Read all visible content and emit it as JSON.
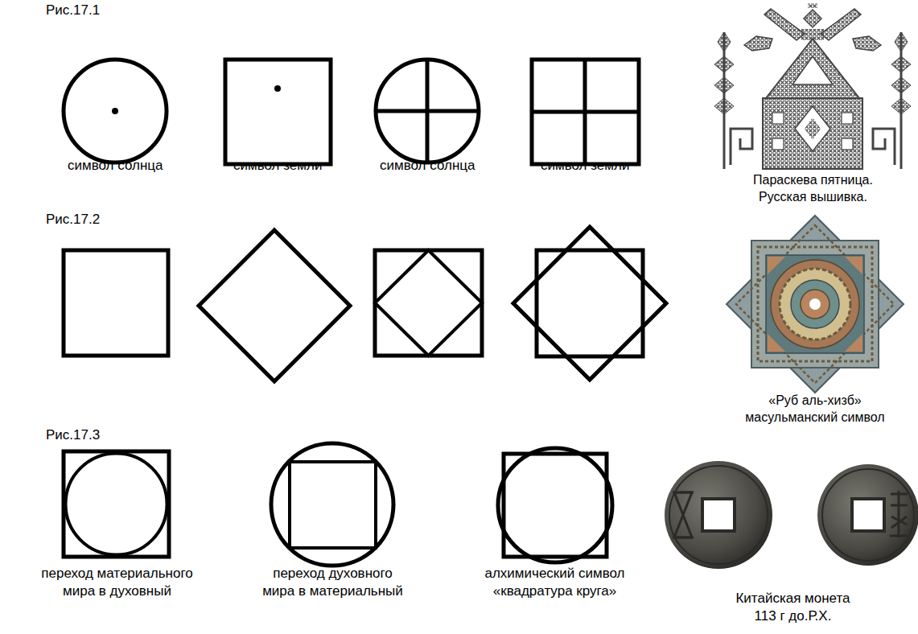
{
  "diagram": {
    "labels": [
      "Рис.17.1",
      "символ солнца",
      "символ земли",
      "символ солнца",
      "символ земли",
      "Параскева пятница. Русская вышивка.",
      "Рис.17.2",
      "«Руб аль-хизб» масульманский символ",
      "Рис.17.3",
      "переход материального мира в духовный",
      "переход духовного мира в материальный",
      "алхимический символ «квадратура круга»",
      "Китайская монета 113 г до.Р.Х."
    ]
  }
}
